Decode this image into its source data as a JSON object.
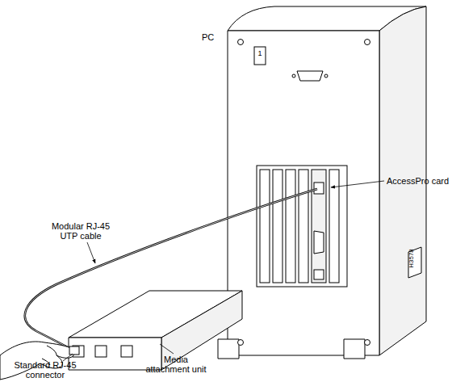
{
  "diagram": {
    "labels": [
      "PC",
      "1",
      "AccessPro card",
      "Modular RJ-45 UTP cable",
      "Standard RJ-45 connector",
      "Media attachment unit",
      "H3578"
    ]
  }
}
